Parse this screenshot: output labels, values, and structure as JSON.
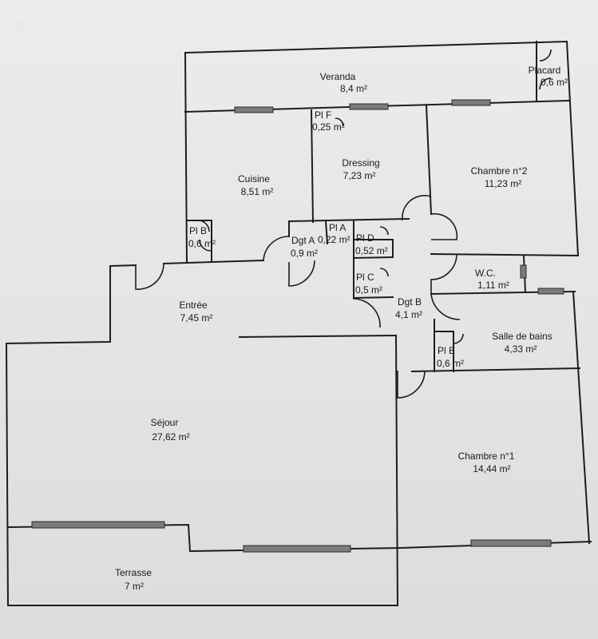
{
  "watermark": "© EtreProprio.com",
  "colors": {
    "wall": "#1d1d1d",
    "window": "#7b7b7b",
    "background": "#e6e6e8"
  },
  "rooms": [
    {
      "id": "veranda",
      "name": "Veranda",
      "area": "8,4  m²"
    },
    {
      "id": "placard",
      "name": "Placard",
      "area": "0,6  m²"
    },
    {
      "id": "plf",
      "name": "Pl F",
      "area": "0,25 m²"
    },
    {
      "id": "dressing",
      "name": "Dressing",
      "area": "7,23  m²"
    },
    {
      "id": "chambre2",
      "name": "Chambre n°2",
      "area": "11,23  m²"
    },
    {
      "id": "cuisine",
      "name": "Cuisine",
      "area": "8,51  m²"
    },
    {
      "id": "plb",
      "name": "Pl B",
      "area": "0,6  m²"
    },
    {
      "id": "dgta",
      "name": "Dgt A",
      "area": "0,9  m²"
    },
    {
      "id": "pla",
      "name": "Pl A",
      "area": "0,22 m²"
    },
    {
      "id": "pld",
      "name": "Pl D",
      "area": "0,52  m²"
    },
    {
      "id": "plc",
      "name": "Pl C",
      "area": "0,5  m²"
    },
    {
      "id": "dgtb",
      "name": "Dgt B",
      "area": "4,1  m²"
    },
    {
      "id": "wc",
      "name": "W.C.",
      "area": "1,11  m²"
    },
    {
      "id": "sdb",
      "name": "Salle de bains",
      "area": "4,33  m²"
    },
    {
      "id": "ple",
      "name": "Pl E",
      "area": "0,6  m²"
    },
    {
      "id": "entree",
      "name": "Entrée",
      "area": "7,45  m²"
    },
    {
      "id": "sejour",
      "name": "Séjour",
      "area": "27,62  m²"
    },
    {
      "id": "chambre1",
      "name": "Chambre n°1",
      "area": "14,44  m²"
    },
    {
      "id": "terrasse",
      "name": "Terrasse",
      "area": "7  m²"
    }
  ]
}
